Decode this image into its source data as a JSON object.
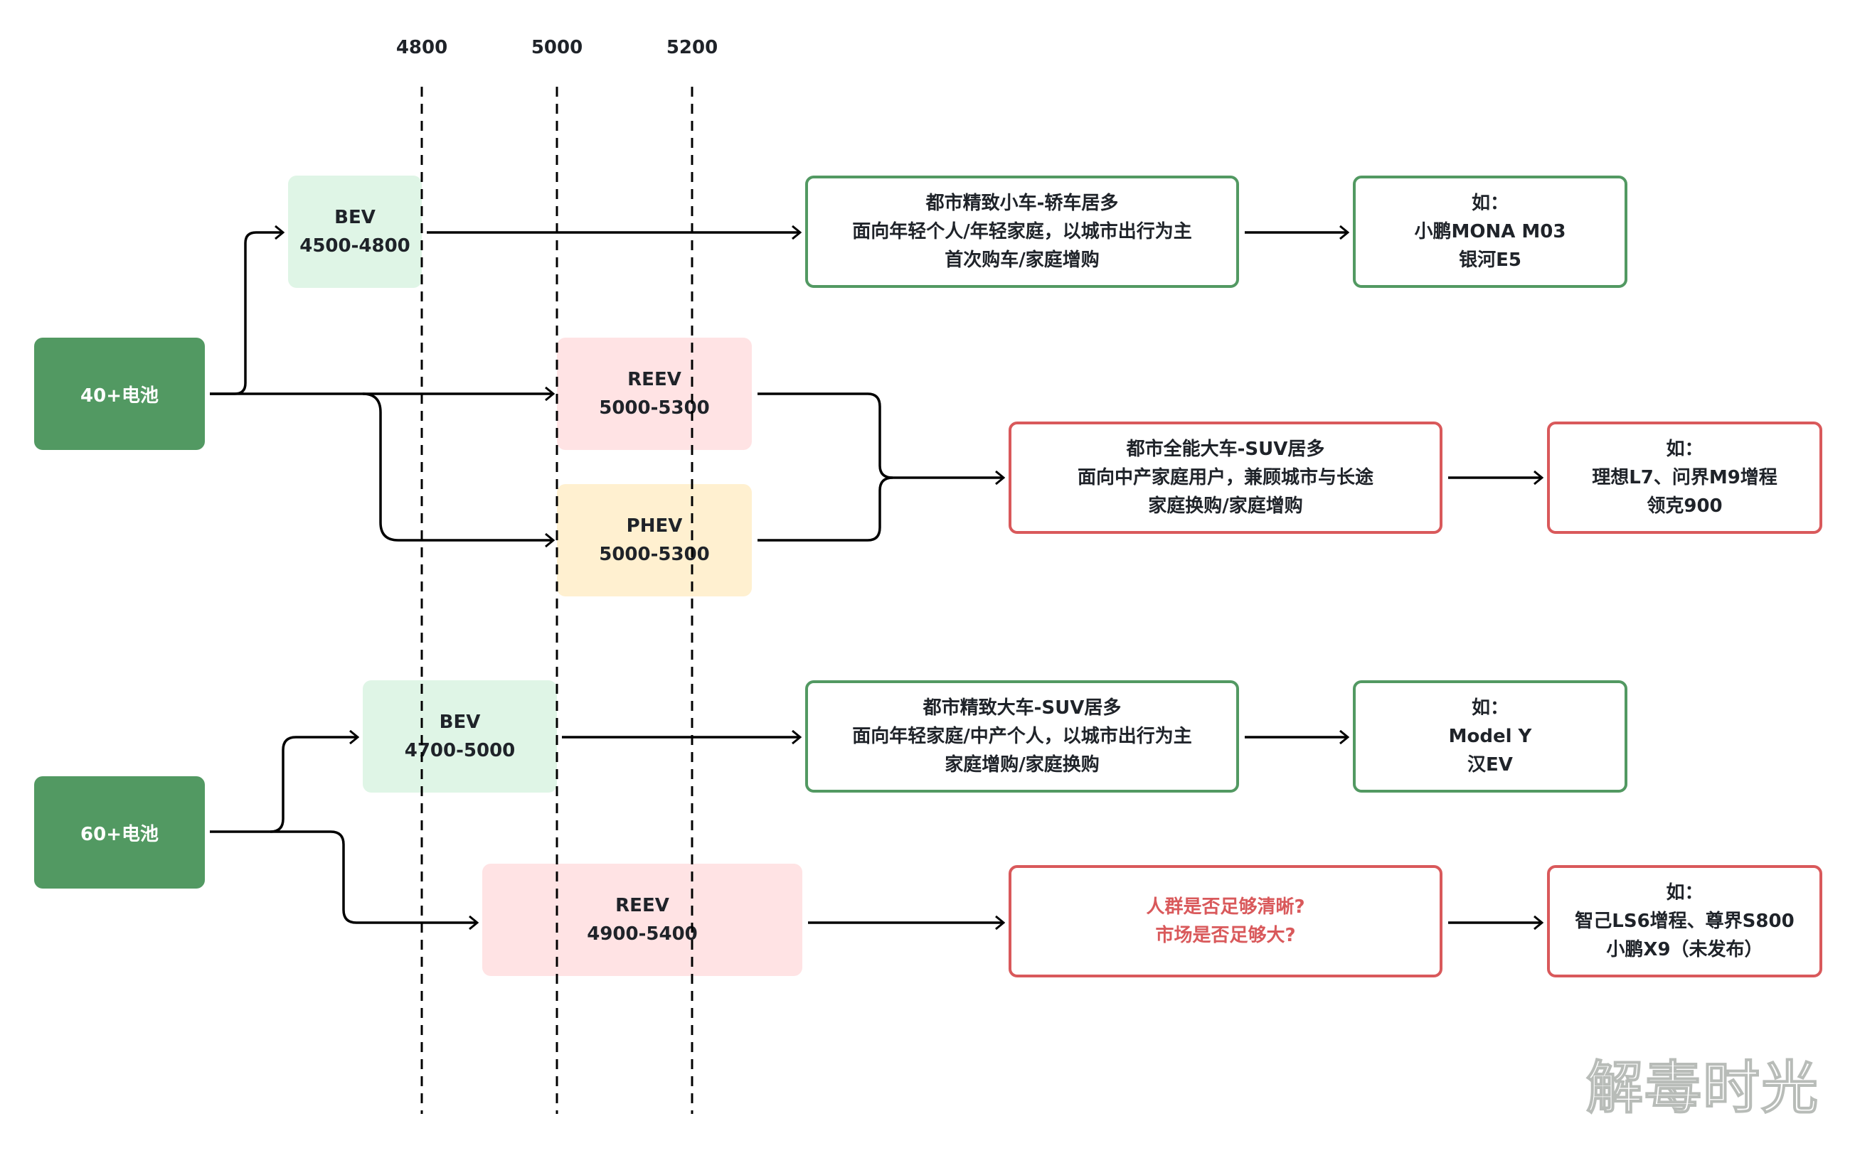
{
  "axis": {
    "ticks": [
      "4800",
      "5000",
      "5200"
    ]
  },
  "colors": {
    "root_green": "#529962",
    "bev_fill": "#dff5e6",
    "reev_fill": "#ffe3e4",
    "phev_fill": "#fff0d0",
    "green_border": "#529962",
    "red_border": "#d9595b"
  },
  "groups": [
    {
      "root": "40+电池",
      "types": [
        {
          "name": "BEV",
          "range": "4500-4800"
        },
        {
          "name": "REEV",
          "range": "5000-5300"
        },
        {
          "name": "PHEV",
          "range": "5000-5300"
        }
      ],
      "segments": [
        {
          "lines": [
            "都市精致小车-轿车居多",
            "面向年轻个人/年轻家庭，以城市出行为主",
            "首次购车/家庭增购"
          ],
          "examples": [
            "如：",
            "小鹏MONA M03",
            "银河E5"
          ]
        },
        {
          "lines": [
            "都市全能大车-SUV居多",
            "面向中产家庭用户，兼顾城市与长途",
            "家庭换购/家庭增购"
          ],
          "examples": [
            "如：",
            "理想L7、问界M9增程",
            "领克900"
          ]
        }
      ]
    },
    {
      "root": "60+电池",
      "types": [
        {
          "name": "BEV",
          "range": "4700-5000"
        },
        {
          "name": "REEV",
          "range": "4900-5400"
        }
      ],
      "segments": [
        {
          "lines": [
            "都市精致大车-SUV居多",
            "面向年轻家庭/中产个人，以城市出行为主",
            "家庭增购/家庭换购"
          ],
          "examples": [
            "如：",
            "Model Y",
            "汉EV"
          ]
        },
        {
          "lines": [
            "人群是否足够清晰?",
            "市场是否足够大?"
          ],
          "examples": [
            "如：",
            "智己LS6增程、尊界S800",
            "小鹏X9（未发布）"
          ]
        }
      ]
    }
  ],
  "watermark": "解毒时光"
}
